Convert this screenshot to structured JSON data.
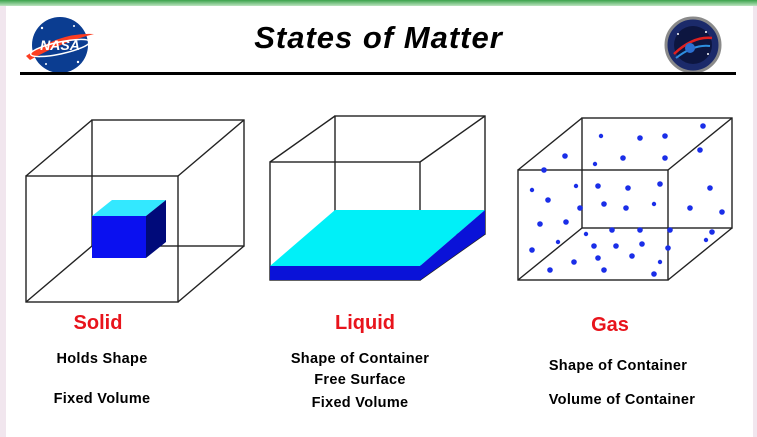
{
  "header": {
    "title": "States of Matter",
    "left_logo": {
      "icon": "nasa-meatball-logo",
      "text": "NASA"
    },
    "right_logo": {
      "icon": "nasa-exploration-seal"
    }
  },
  "states": [
    {
      "name": "Solid",
      "properties": [
        "Holds Shape",
        "Fixed Volume"
      ]
    },
    {
      "name": "Liquid",
      "properties": [
        "Shape of Container",
        "Free Surface",
        "Fixed Volume"
      ]
    },
    {
      "name": "Gas",
      "properties": [
        "Shape of Container",
        "Volume of Container"
      ]
    }
  ],
  "colors": {
    "state_label": "#e8141c",
    "solid_front": "#0a10f0",
    "solid_top": "#33e8ff",
    "solid_side": "#000a7a",
    "liquid_surface": "#00f0f8",
    "liquid_base": "#0a12d8",
    "gas_particle": "#1a2ee8",
    "nasa_blue": "#0b3d91",
    "nasa_red": "#fc3d21"
  }
}
